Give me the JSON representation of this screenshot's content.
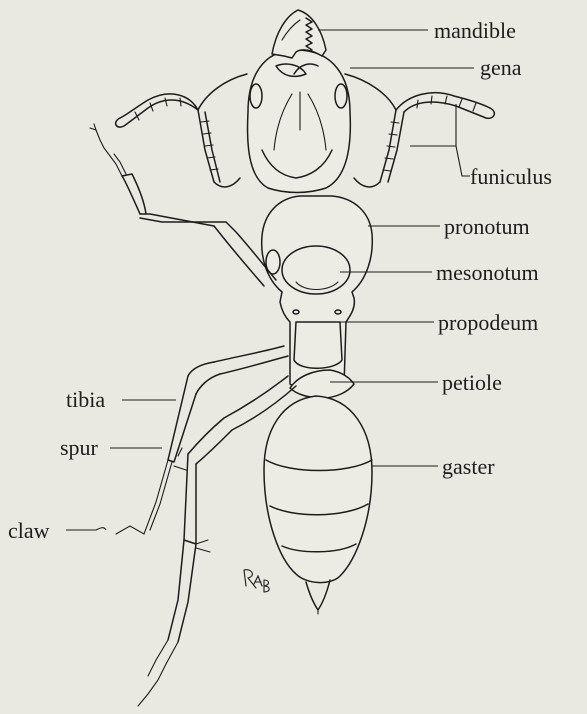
{
  "labels": {
    "mandible": "mandible",
    "gena": "gena",
    "funiculus": "funiculus",
    "pronotum": "pronotum",
    "mesonotum": "mesonotum",
    "propodeum": "propodeum",
    "petiole": "petiole",
    "gaster": "gaster",
    "tibia": "tibia",
    "spur": "spur",
    "claw": "claw"
  },
  "signature": "RAB",
  "colors": {
    "background": "#e9e8e1",
    "ink": "#1c1c1c"
  }
}
